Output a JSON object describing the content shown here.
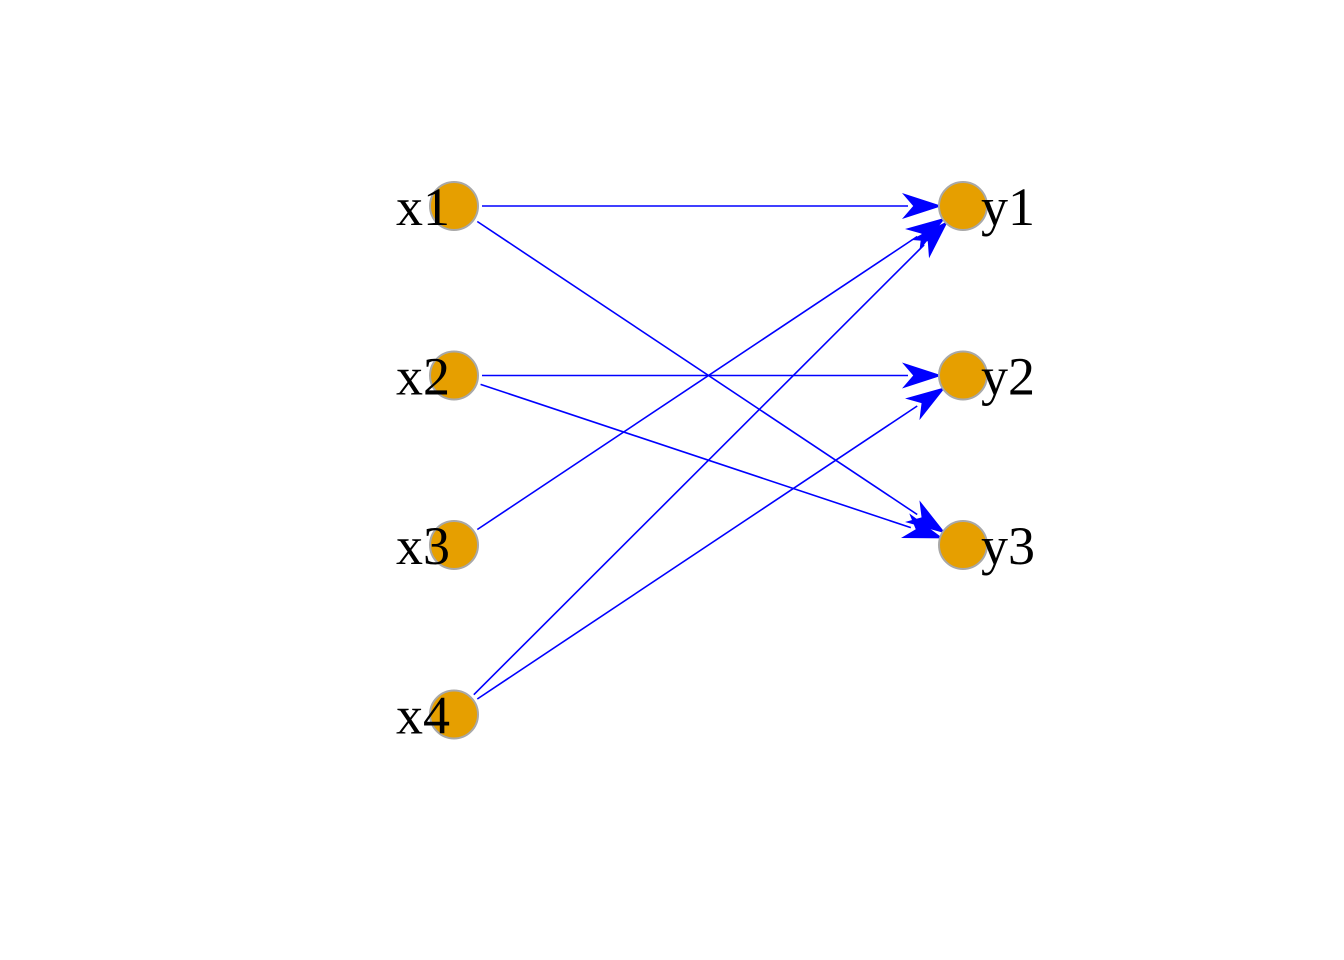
{
  "graph": {
    "node_fill": "#E69F00",
    "node_stroke": "#A8A8A8",
    "edge_color": "#0000FF",
    "nodes": [
      {
        "id": "x1",
        "label": "x1",
        "group": "left"
      },
      {
        "id": "x2",
        "label": "x2",
        "group": "left"
      },
      {
        "id": "x3",
        "label": "x3",
        "group": "left"
      },
      {
        "id": "x4",
        "label": "x4",
        "group": "left"
      },
      {
        "id": "y1",
        "label": "y1",
        "group": "right"
      },
      {
        "id": "y2",
        "label": "y2",
        "group": "right"
      },
      {
        "id": "y3",
        "label": "y3",
        "group": "right"
      }
    ],
    "edges": [
      {
        "from": "x1",
        "to": "y1"
      },
      {
        "from": "x1",
        "to": "y3"
      },
      {
        "from": "x2",
        "to": "y2"
      },
      {
        "from": "x2",
        "to": "y3"
      },
      {
        "from": "x3",
        "to": "y1"
      },
      {
        "from": "x4",
        "to": "y1"
      },
      {
        "from": "x4",
        "to": "y2"
      }
    ]
  }
}
